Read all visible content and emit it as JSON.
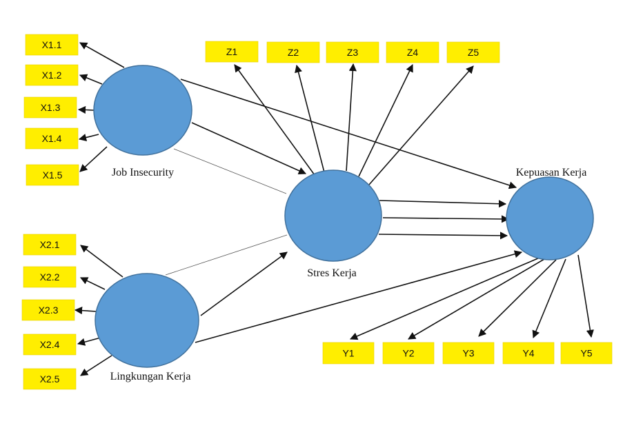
{
  "colors": {
    "indicator_fill": "#ffee00",
    "latent_fill": "#5b9bd5",
    "latent_stroke": "#41719c",
    "line": "#111111"
  },
  "latents": [
    {
      "id": "JI",
      "label": "Job Insecurity"
    },
    {
      "id": "LK",
      "label": "Lingkungan Kerja"
    },
    {
      "id": "SK",
      "label": "Stres Kerja"
    },
    {
      "id": "KK",
      "label": "Kepuasan Kerja"
    }
  ],
  "indicators": [
    {
      "id": "X1.1",
      "label": "X1.1",
      "latent": "JI"
    },
    {
      "id": "X1.2",
      "label": "X1.2",
      "latent": "JI"
    },
    {
      "id": "X1.3",
      "label": "X1.3",
      "latent": "JI"
    },
    {
      "id": "X1.4",
      "label": "X1.4",
      "latent": "JI"
    },
    {
      "id": "X1.5",
      "label": "X1.5",
      "latent": "JI"
    },
    {
      "id": "X2.1",
      "label": "X2.1",
      "latent": "LK"
    },
    {
      "id": "X2.2",
      "label": "X2.2",
      "latent": "LK"
    },
    {
      "id": "X2.3",
      "label": "X2.3",
      "latent": "LK"
    },
    {
      "id": "X2.4",
      "label": "X2.4",
      "latent": "LK"
    },
    {
      "id": "X2.5",
      "label": "X2.5",
      "latent": "LK"
    },
    {
      "id": "Z1",
      "label": "Z1",
      "latent": "SK"
    },
    {
      "id": "Z2",
      "label": "Z2",
      "latent": "SK"
    },
    {
      "id": "Z3",
      "label": "Z3",
      "latent": "SK"
    },
    {
      "id": "Z4",
      "label": "Z4",
      "latent": "SK"
    },
    {
      "id": "Z5",
      "label": "Z5",
      "latent": "SK"
    },
    {
      "id": "Y1",
      "label": "Y1",
      "latent": "KK"
    },
    {
      "id": "Y2",
      "label": "Y2",
      "latent": "KK"
    },
    {
      "id": "Y3",
      "label": "Y3",
      "latent": "KK"
    },
    {
      "id": "Y4",
      "label": "Y4",
      "latent": "KK"
    },
    {
      "id": "Y5",
      "label": "Y5",
      "latent": "KK"
    }
  ],
  "paths": [
    {
      "from": "JI",
      "to": "SK"
    },
    {
      "from": "JI",
      "to": "KK"
    },
    {
      "from": "LK",
      "to": "SK"
    },
    {
      "from": "LK",
      "to": "KK"
    },
    {
      "from": "SK",
      "to": "KK"
    }
  ]
}
